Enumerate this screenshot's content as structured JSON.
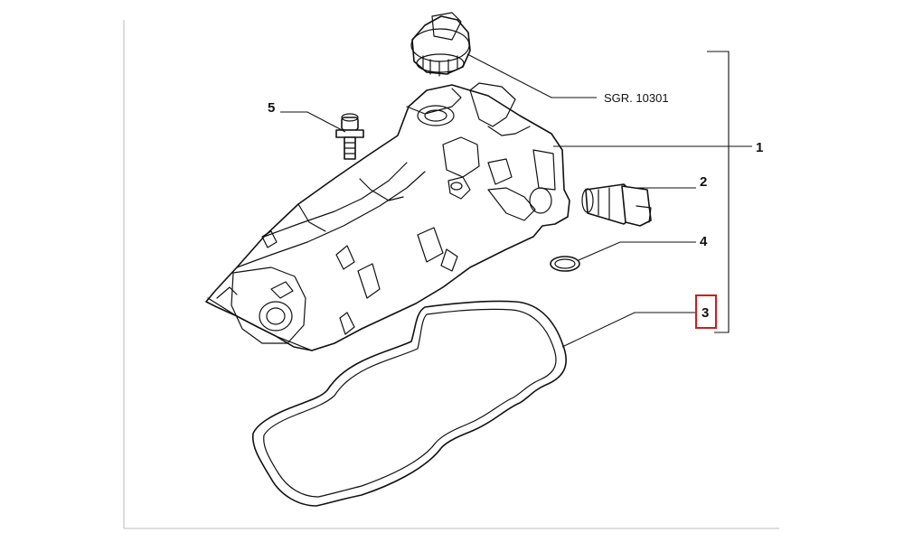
{
  "diagram": {
    "reference_label": "SGR. 10301",
    "callouts": [
      {
        "number": "1",
        "part": "valve-cover"
      },
      {
        "number": "2",
        "part": "sensor"
      },
      {
        "number": "3",
        "part": "gasket",
        "highlighted": true
      },
      {
        "number": "4",
        "part": "o-ring"
      },
      {
        "number": "5",
        "part": "bolt"
      }
    ],
    "highlight_color": "#d01c1c",
    "line_color": "#111111"
  }
}
